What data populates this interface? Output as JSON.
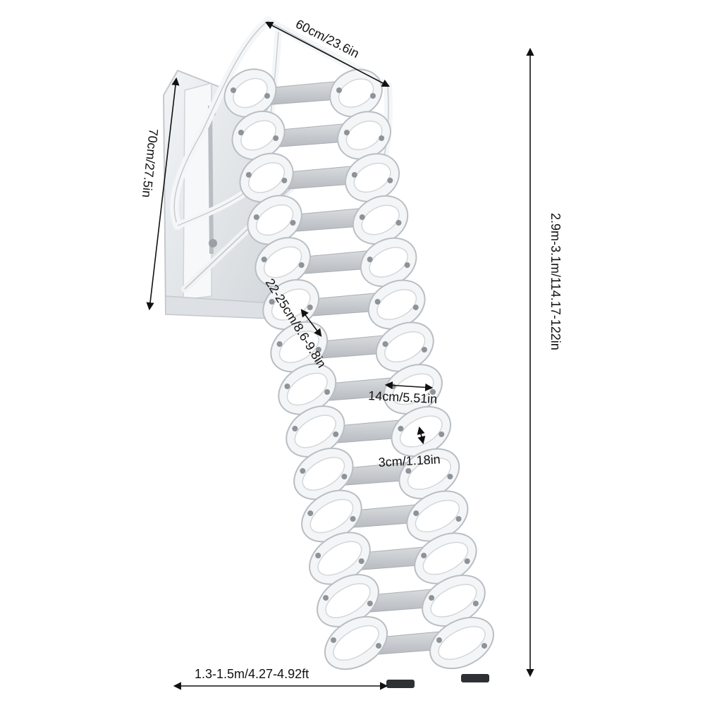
{
  "dimensions": {
    "top_width": "60cm/23.6in",
    "frame_height": "70cm/27.5in",
    "step_spacing": "22-25cm/8.6-9.8in",
    "tread_depth": "14cm/5.51in",
    "tread_thickness": "3cm/1.18in",
    "total_height": "2.9m-3.1m/114.17-122in",
    "floor_extension": "1.3-1.5m/4.27-4.92ft"
  },
  "colors": {
    "frame": "#e9ecef",
    "frame_shadow": "#c9ced3",
    "link_fill": "#f4f5f6",
    "link_stroke": "#b9bec4",
    "tread": "#cfd3d7",
    "tread_dark": "#a9aeb3",
    "rivet": "#8e9399",
    "foot": "#2e3033",
    "dimension_line": "#111111"
  }
}
